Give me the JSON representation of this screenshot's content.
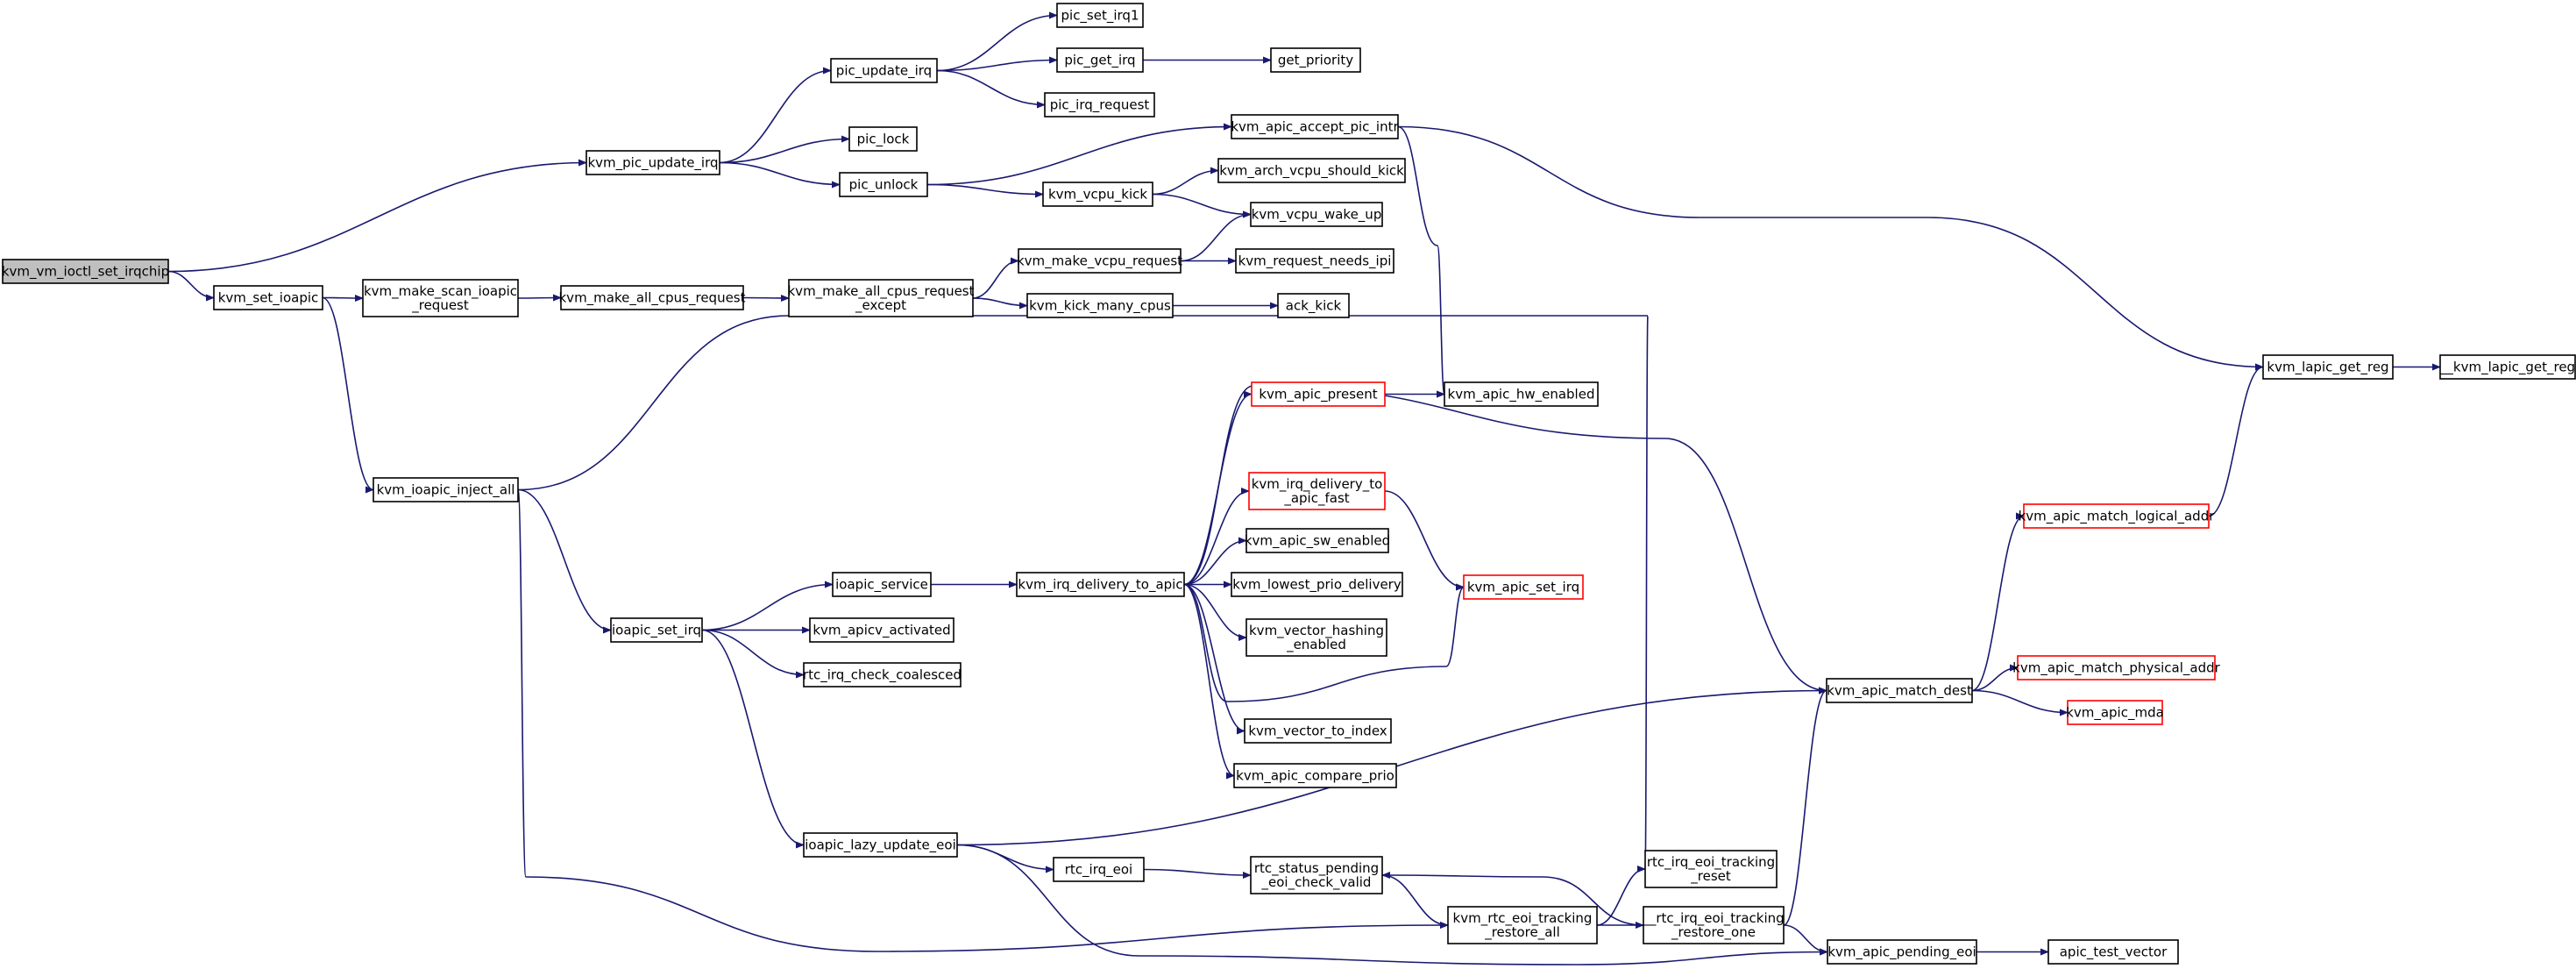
{
  "colors": {
    "edge": "#191970",
    "node_border": "#000000",
    "truncated_border": "#ff0000",
    "root_fill": "#bfbfbf",
    "node_fill": "#ffffff"
  },
  "graph": {
    "nodes": [
      {
        "id": "kvm_vm_ioctl_set_irqchip",
        "lines": [
          "kvm_vm_ioctl_set_irqchip"
        ],
        "root": true
      },
      {
        "id": "kvm_pic_update_irq",
        "lines": [
          "kvm_pic_update_irq"
        ]
      },
      {
        "id": "kvm_set_ioapic",
        "lines": [
          "kvm_set_ioapic"
        ]
      },
      {
        "id": "pic_update_irq",
        "lines": [
          "pic_update_irq"
        ]
      },
      {
        "id": "pic_lock",
        "lines": [
          "pic_lock"
        ]
      },
      {
        "id": "pic_unlock",
        "lines": [
          "pic_unlock"
        ]
      },
      {
        "id": "pic_set_irq1",
        "lines": [
          "pic_set_irq1"
        ]
      },
      {
        "id": "pic_get_irq",
        "lines": [
          "pic_get_irq"
        ]
      },
      {
        "id": "pic_irq_request",
        "lines": [
          "pic_irq_request"
        ]
      },
      {
        "id": "get_priority",
        "lines": [
          "get_priority"
        ]
      },
      {
        "id": "kvm_apic_accept_pic_intr",
        "lines": [
          "kvm_apic_accept_pic_intr"
        ]
      },
      {
        "id": "kvm_vcpu_kick",
        "lines": [
          "kvm_vcpu_kick"
        ]
      },
      {
        "id": "kvm_arch_vcpu_should_kick",
        "lines": [
          "kvm_arch_vcpu_should_kick"
        ]
      },
      {
        "id": "kvm_vcpu_wake_up",
        "lines": [
          "kvm_vcpu_wake_up"
        ]
      },
      {
        "id": "kvm_lapic_get_reg",
        "lines": [
          "kvm_lapic_get_reg"
        ]
      },
      {
        "id": "__kvm_lapic_get_reg",
        "lines": [
          "__kvm_lapic_get_reg"
        ]
      },
      {
        "id": "kvm_make_scan_ioapic_request",
        "lines": [
          "kvm_make_scan_ioapic",
          "_request"
        ]
      },
      {
        "id": "kvm_make_all_cpus_request",
        "lines": [
          "kvm_make_all_cpus_request"
        ]
      },
      {
        "id": "kvm_make_all_cpus_request_except",
        "lines": [
          "kvm_make_all_cpus_request",
          "_except"
        ]
      },
      {
        "id": "kvm_make_vcpu_request",
        "lines": [
          "kvm_make_vcpu_request"
        ]
      },
      {
        "id": "kvm_request_needs_ipi",
        "lines": [
          "kvm_request_needs_ipi"
        ]
      },
      {
        "id": "kvm_kick_many_cpus",
        "lines": [
          "kvm_kick_many_cpus"
        ]
      },
      {
        "id": "ack_kick",
        "lines": [
          "ack_kick"
        ]
      },
      {
        "id": "kvm_ioapic_inject_all",
        "lines": [
          "kvm_ioapic_inject_all"
        ]
      },
      {
        "id": "kvm_apic_present",
        "lines": [
          "kvm_apic_present"
        ],
        "truncated": true
      },
      {
        "id": "kvm_apic_hw_enabled",
        "lines": [
          "kvm_apic_hw_enabled"
        ]
      },
      {
        "id": "kvm_irq_delivery_to_apic_fast",
        "lines": [
          "kvm_irq_delivery_to",
          "_apic_fast"
        ],
        "truncated": true
      },
      {
        "id": "kvm_apic_sw_enabled",
        "lines": [
          "kvm_apic_sw_enabled"
        ]
      },
      {
        "id": "kvm_apic_set_irq",
        "lines": [
          "kvm_apic_set_irq"
        ],
        "truncated": true
      },
      {
        "id": "ioapic_service",
        "lines": [
          "ioapic_service"
        ]
      },
      {
        "id": "kvm_irq_delivery_to_apic",
        "lines": [
          "kvm_irq_delivery_to_apic"
        ]
      },
      {
        "id": "kvm_lowest_prio_delivery",
        "lines": [
          "kvm_lowest_prio_delivery"
        ]
      },
      {
        "id": "kvm_vector_hashing_enabled",
        "lines": [
          "kvm_vector_hashing",
          "_enabled"
        ]
      },
      {
        "id": "ioapic_set_irq",
        "lines": [
          "ioapic_set_irq"
        ]
      },
      {
        "id": "kvm_apicv_activated",
        "lines": [
          "kvm_apicv_activated"
        ]
      },
      {
        "id": "rtc_irq_check_coalesced",
        "lines": [
          "rtc_irq_check_coalesced"
        ]
      },
      {
        "id": "kvm_vector_to_index",
        "lines": [
          "kvm_vector_to_index"
        ]
      },
      {
        "id": "kvm_apic_compare_prio",
        "lines": [
          "kvm_apic_compare_prio"
        ]
      },
      {
        "id": "kvm_apic_match_logical_addr",
        "lines": [
          "kvm_apic_match_logical_addr"
        ],
        "truncated": true
      },
      {
        "id": "kvm_apic_match_dest",
        "lines": [
          "kvm_apic_match_dest"
        ]
      },
      {
        "id": "kvm_apic_match_physical_addr",
        "lines": [
          "kvm_apic_match_physical_addr"
        ],
        "truncated": true
      },
      {
        "id": "kvm_apic_mda",
        "lines": [
          "kvm_apic_mda"
        ],
        "truncated": true
      },
      {
        "id": "ioapic_lazy_update_eoi",
        "lines": [
          "ioapic_lazy_update_eoi"
        ]
      },
      {
        "id": "rtc_irq_eoi",
        "lines": [
          "rtc_irq_eoi"
        ]
      },
      {
        "id": "rtc_status_pending_eoi_check_valid",
        "lines": [
          "rtc_status_pending",
          "_eoi_check_valid"
        ]
      },
      {
        "id": "rtc_irq_eoi_tracking_reset",
        "lines": [
          "rtc_irq_eoi_tracking",
          "_reset"
        ]
      },
      {
        "id": "kvm_rtc_eoi_tracking_restore_all",
        "lines": [
          "kvm_rtc_eoi_tracking",
          "_restore_all"
        ]
      },
      {
        "id": "__rtc_irq_eoi_tracking_restore_one",
        "lines": [
          "__rtc_irq_eoi_tracking",
          "_restore_one"
        ]
      },
      {
        "id": "kvm_apic_pending_eoi",
        "lines": [
          "kvm_apic_pending_eoi"
        ]
      },
      {
        "id": "apic_test_vector",
        "lines": [
          "apic_test_vector"
        ]
      }
    ],
    "edges": [
      [
        "kvm_vm_ioctl_set_irqchip",
        "kvm_pic_update_irq"
      ],
      [
        "kvm_vm_ioctl_set_irqchip",
        "kvm_set_ioapic"
      ],
      [
        "kvm_pic_update_irq",
        "pic_update_irq"
      ],
      [
        "kvm_pic_update_irq",
        "pic_lock"
      ],
      [
        "kvm_pic_update_irq",
        "pic_unlock"
      ],
      [
        "pic_update_irq",
        "pic_set_irq1"
      ],
      [
        "pic_update_irq",
        "pic_get_irq"
      ],
      [
        "pic_update_irq",
        "pic_irq_request"
      ],
      [
        "pic_get_irq",
        "get_priority"
      ],
      [
        "pic_unlock",
        "kvm_apic_accept_pic_intr"
      ],
      [
        "pic_unlock",
        "kvm_vcpu_kick"
      ],
      [
        "kvm_apic_accept_pic_intr",
        "kvm_lapic_get_reg"
      ],
      [
        "kvm_apic_accept_pic_intr",
        "kvm_apic_hw_enabled"
      ],
      [
        "kvm_vcpu_kick",
        "kvm_arch_vcpu_should_kick"
      ],
      [
        "kvm_vcpu_kick",
        "kvm_vcpu_wake_up"
      ],
      [
        "kvm_lapic_get_reg",
        "__kvm_lapic_get_reg"
      ],
      [
        "kvm_set_ioapic",
        "kvm_make_scan_ioapic_request"
      ],
      [
        "kvm_set_ioapic",
        "kvm_ioapic_inject_all"
      ],
      [
        "kvm_make_scan_ioapic_request",
        "kvm_make_all_cpus_request"
      ],
      [
        "kvm_make_all_cpus_request",
        "kvm_make_all_cpus_request_except"
      ],
      [
        "kvm_make_all_cpus_request_except",
        "kvm_make_vcpu_request"
      ],
      [
        "kvm_make_all_cpus_request_except",
        "kvm_kick_many_cpus"
      ],
      [
        "kvm_make_vcpu_request",
        "kvm_vcpu_wake_up"
      ],
      [
        "kvm_make_vcpu_request",
        "kvm_request_needs_ipi"
      ],
      [
        "kvm_kick_many_cpus",
        "ack_kick"
      ],
      [
        "kvm_ioapic_inject_all",
        "rtc_irq_eoi_tracking_reset"
      ],
      [
        "kvm_ioapic_inject_all",
        "ioapic_set_irq"
      ],
      [
        "kvm_ioapic_inject_all",
        "kvm_rtc_eoi_tracking_restore_all"
      ],
      [
        "kvm_apic_present",
        "kvm_apic_hw_enabled"
      ],
      [
        "kvm_irq_delivery_to_apic_fast",
        "kvm_apic_set_irq"
      ],
      [
        "ioapic_service",
        "kvm_irq_delivery_to_apic"
      ],
      [
        "kvm_irq_delivery_to_apic",
        "kvm_apic_present"
      ],
      [
        "kvm_irq_delivery_to_apic",
        "kvm_apic_match_dest"
      ],
      [
        "kvm_irq_delivery_to_apic",
        "kvm_irq_delivery_to_apic_fast"
      ],
      [
        "kvm_irq_delivery_to_apic",
        "kvm_apic_sw_enabled"
      ],
      [
        "kvm_irq_delivery_to_apic",
        "kvm_lowest_prio_delivery"
      ],
      [
        "kvm_irq_delivery_to_apic",
        "kvm_vector_hashing_enabled"
      ],
      [
        "kvm_irq_delivery_to_apic",
        "kvm_apic_set_irq"
      ],
      [
        "kvm_irq_delivery_to_apic",
        "kvm_vector_to_index"
      ],
      [
        "kvm_irq_delivery_to_apic",
        "kvm_apic_compare_prio"
      ],
      [
        "ioapic_set_irq",
        "ioapic_service"
      ],
      [
        "ioapic_set_irq",
        "kvm_apicv_activated"
      ],
      [
        "ioapic_set_irq",
        "rtc_irq_check_coalesced"
      ],
      [
        "ioapic_set_irq",
        "ioapic_lazy_update_eoi"
      ],
      [
        "kvm_apic_match_logical_addr",
        "kvm_lapic_get_reg"
      ],
      [
        "kvm_apic_match_dest",
        "kvm_apic_match_logical_addr"
      ],
      [
        "kvm_apic_match_dest",
        "kvm_apic_match_physical_addr"
      ],
      [
        "kvm_apic_match_dest",
        "kvm_apic_mda"
      ],
      [
        "ioapic_lazy_update_eoi",
        "kvm_apic_match_dest"
      ],
      [
        "ioapic_lazy_update_eoi",
        "rtc_irq_eoi"
      ],
      [
        "ioapic_lazy_update_eoi",
        "kvm_apic_pending_eoi"
      ],
      [
        "rtc_irq_eoi",
        "rtc_status_pending_eoi_check_valid"
      ],
      [
        "rtc_status_pending_eoi_check_valid",
        "kvm_rtc_eoi_tracking_restore_all"
      ],
      [
        "kvm_rtc_eoi_tracking_restore_all",
        "rtc_irq_eoi_tracking_reset"
      ],
      [
        "kvm_rtc_eoi_tracking_restore_all",
        "__rtc_irq_eoi_tracking_restore_one"
      ],
      [
        "__rtc_irq_eoi_tracking_restore_one",
        "rtc_status_pending_eoi_check_valid"
      ],
      [
        "__rtc_irq_eoi_tracking_restore_one",
        "kvm_apic_match_dest"
      ],
      [
        "__rtc_irq_eoi_tracking_restore_one",
        "kvm_apic_pending_eoi"
      ],
      [
        "kvm_apic_pending_eoi",
        "apic_test_vector"
      ]
    ]
  }
}
